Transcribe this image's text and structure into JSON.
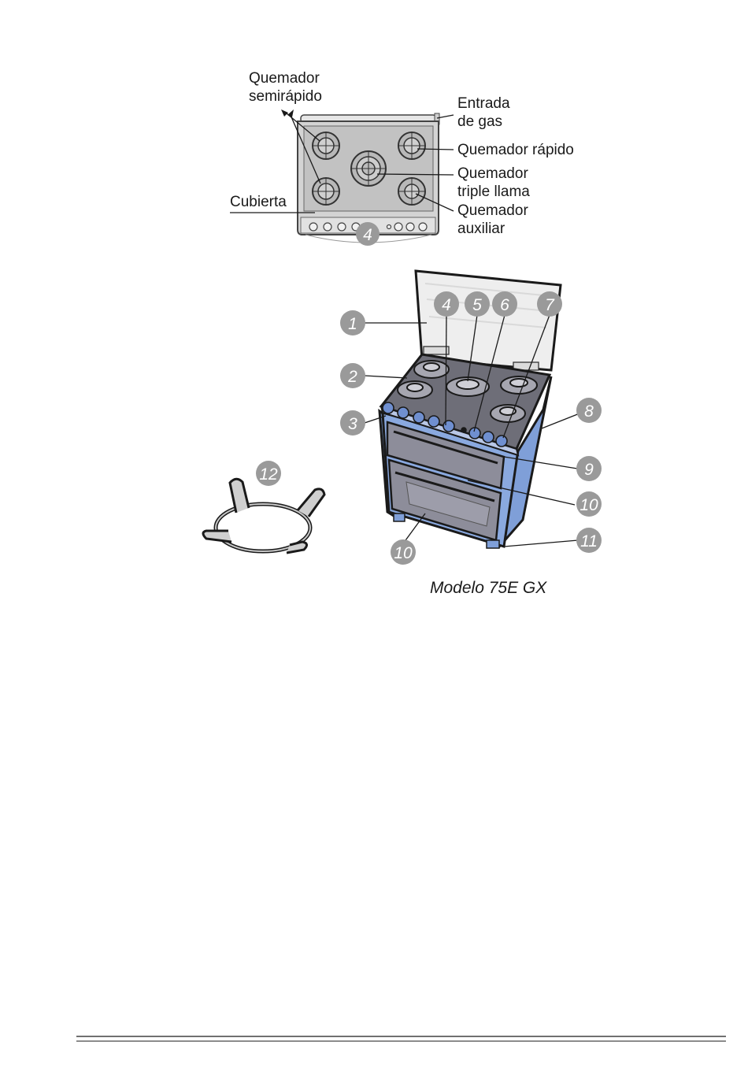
{
  "top_view": {
    "labels": {
      "semirapido": [
        "Quemador",
        "semirápido"
      ],
      "entrada_gas": [
        "Entrada",
        "de gas"
      ],
      "rapido": [
        "Quemador rápido"
      ],
      "triple": [
        "Quemador",
        "triple llama"
      ],
      "auxiliar": [
        "Quemador",
        "auxiliar"
      ],
      "cubierta": [
        "Cubierta"
      ]
    },
    "badge": "4"
  },
  "front_view": {
    "badges": {
      "b1": "1",
      "b2": "2",
      "b3": "3",
      "b4": "4",
      "b5": "5",
      "b6": "6",
      "b7": "7",
      "b8": "8",
      "b9": "9",
      "b10a": "10",
      "b10b": "10",
      "b11": "11",
      "b12": "12"
    },
    "model": "Modelo 75E GX"
  },
  "colors": {
    "body_blue": "#7f9fd8",
    "badge_gray": "#9a9a9a",
    "panel_gray": "#8d8d9a"
  }
}
